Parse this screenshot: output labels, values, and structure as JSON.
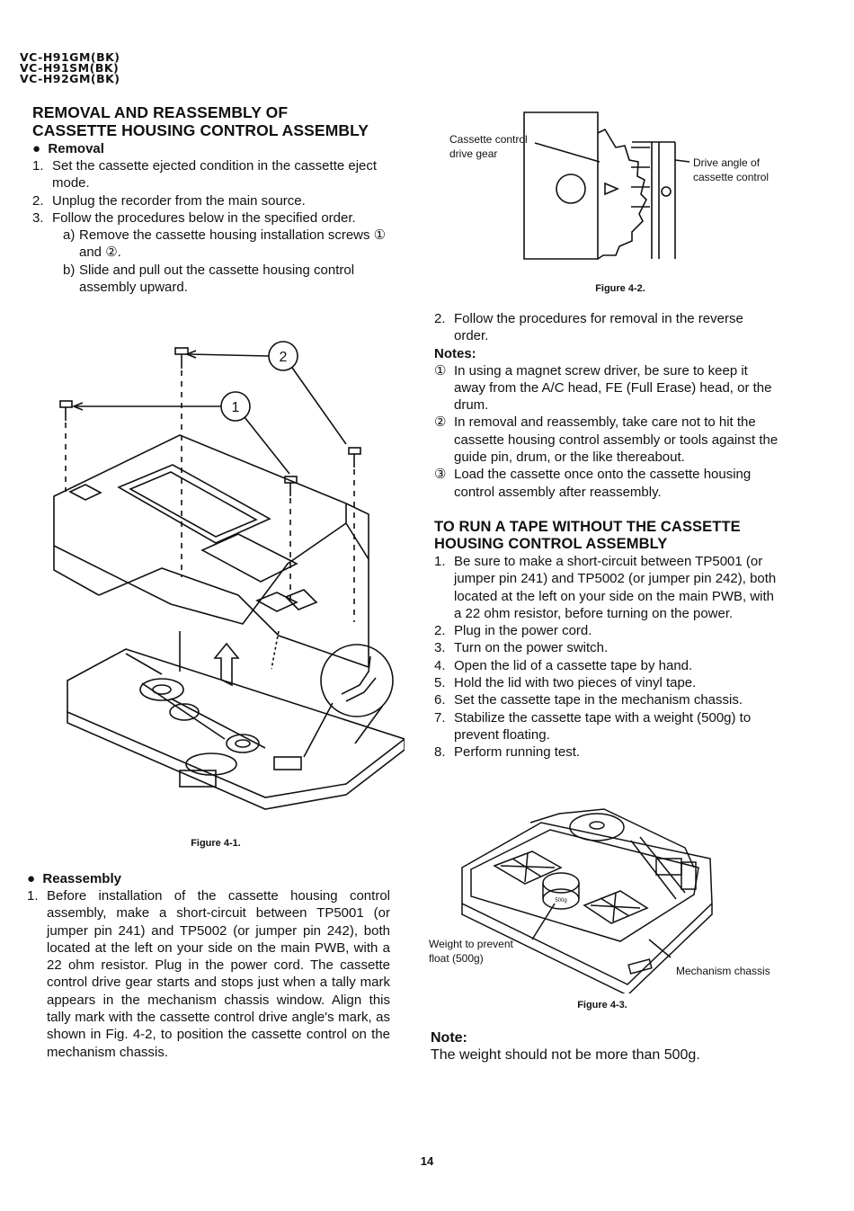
{
  "header": {
    "models": [
      "VC-H91GM(BK)",
      "VC-H91SM(BK)",
      "VC-H92GM(BK)"
    ]
  },
  "left": {
    "title_line1": "REMOVAL AND REASSEMBLY OF",
    "title_line2": "CASSETTE HOUSING CONTROL ASSEMBLY",
    "removal_heading": "Removal",
    "removal_steps": [
      {
        "num": "1.",
        "text": "Set the cassette ejected condition in the cassette eject mode."
      },
      {
        "num": "2.",
        "text": "Unplug the recorder from the main source."
      },
      {
        "num": "3.",
        "text": "Follow the procedures below in the specified order."
      }
    ],
    "sub_steps": [
      {
        "num": "a)",
        "text": "Remove the cassette housing installation screws ① and ②."
      },
      {
        "num": "b)",
        "text": "Slide and pull out the cassette housing control assembly upward."
      }
    ],
    "figure1_caption": "Figure 4-1.",
    "figure1_callouts": [
      "2",
      "1"
    ],
    "reassembly_heading": "Reassembly",
    "reassembly_steps": [
      {
        "num": "1.",
        "text": "Before installation of the cassette housing control assembly, make a short-circuit between TP5001 (or jumper pin 241) and TP5002 (or jumper pin 242), both located at the left on your side on the main PWB, with a 22 ohm resistor. Plug in the power cord. The cassette control drive gear starts and stops just when a tally mark appears in the mechanism chassis window. Align this tally mark with the cassette control drive angle's mark, as shown in Fig. 4-2, to position the cassette control on the mechanism chassis."
      }
    ]
  },
  "right": {
    "fig2_label_left_line1": "Cassette control",
    "fig2_label_left_line2": "drive gear",
    "fig2_label_right_line1": "Drive angle of",
    "fig2_label_right_line2": "cassette control",
    "figure2_caption": "Figure 4-2.",
    "step2": {
      "num": "2.",
      "text": "Follow the procedures for removal in the reverse order."
    },
    "notes_heading": "Notes:",
    "notes": [
      {
        "num": "①",
        "text": "In using a magnet screw driver, be sure to keep it away from the A/C head, FE (Full Erase) head, or the drum."
      },
      {
        "num": "②",
        "text": "In removal and reassembly, take care not to hit the cassette housing control assembly or tools against the guide pin, drum, or the like thereabout."
      },
      {
        "num": "③",
        "text": "Load the cassette once onto the cassette housing control assembly after reassembly."
      }
    ],
    "title2_line1": "TO RUN A TAPE WITHOUT THE CASSETTE",
    "title2_line2": "HOUSING CONTROL ASSEMBLY",
    "run_steps": [
      {
        "num": "1.",
        "text": "Be sure to make a short-circuit between TP5001 (or jumper pin 241) and TP5002 (or jumper pin 242), both located at the left on your side on the main PWB, with a 22 ohm resistor, before turning on the power."
      },
      {
        "num": "2.",
        "text": "Plug in the power cord."
      },
      {
        "num": "3.",
        "text": "Turn on the power switch."
      },
      {
        "num": "4.",
        "text": "Open the lid of a cassette tape by hand."
      },
      {
        "num": "5.",
        "text": "Hold the lid with two pieces of vinyl tape."
      },
      {
        "num": "6.",
        "text": "Set the cassette tape in the mechanism chassis."
      },
      {
        "num": "7.",
        "text": "Stabilize the cassette tape with a weight (500g) to prevent floating."
      },
      {
        "num": "8.",
        "text": "Perform running test."
      }
    ],
    "fig3_label_weight_line1": "Weight to prevent",
    "fig3_label_weight_line2": "float (500g)",
    "fig3_label_chassis": "Mechanism chassis",
    "fig3_weight_mark": "500g",
    "figure3_caption": "Figure 4-3.",
    "note_heading": "Note:",
    "note_text": "The weight should not be more than 500g."
  },
  "footer": {
    "page_number": "14"
  }
}
